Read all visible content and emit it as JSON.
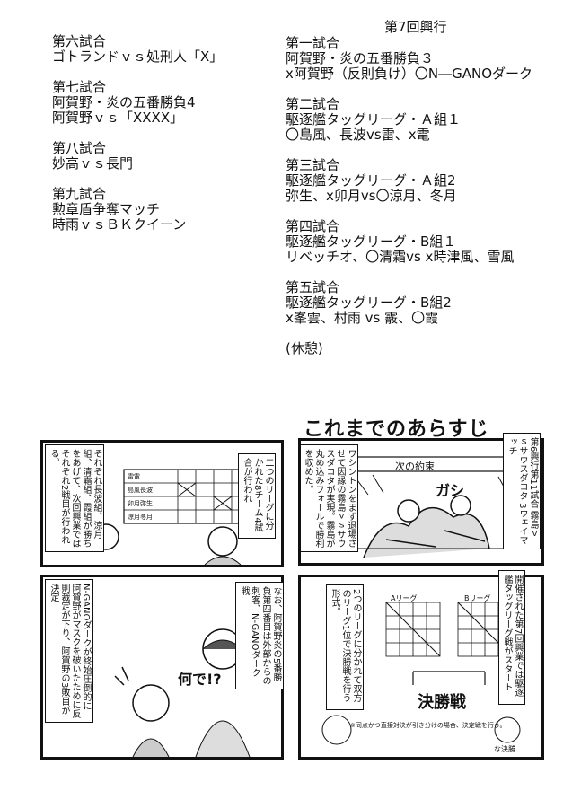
{
  "event_title": "第7回興行",
  "left_matches": [
    {
      "label": "第六試合",
      "detail": [
        "ゴトランドｖｓ処刑人「X」"
      ]
    },
    {
      "label": "第七試合",
      "detail": [
        "阿賀野・炎の五番勝負4",
        "阿賀野ｖｓ「XXXX」"
      ]
    },
    {
      "label": "第八試合",
      "detail": [
        "妙高ｖｓ長門"
      ]
    },
    {
      "label": "第九試合",
      "detail": [
        "勲章盾争奪マッチ",
        "時雨ｖｓＢＫクイーン"
      ]
    }
  ],
  "right_matches": [
    {
      "label": "第一試合",
      "detail": [
        "阿賀野・炎の五番勝負３",
        "x阿賀野（反則負け）〇N―GANOダーク"
      ]
    },
    {
      "label": "第二試合",
      "detail": [
        "駆逐艦タッグリーグ・Ａ組１",
        "〇島風、長波vs雷、x電"
      ]
    },
    {
      "label": "第三試合",
      "detail": [
        "駆逐艦タッグリーグ・Ａ組2",
        "弥生、x卯月vs〇涼月、冬月"
      ]
    },
    {
      "label": "第四試合",
      "detail": [
        "駆逐艦タッグリーグ・B組１",
        "リベッチオ、〇清霜vs x時津風、雪風"
      ]
    },
    {
      "label": "第五試合",
      "detail": [
        "駆逐艦タッグリーグ・B組2",
        "x峯雲、村雨 vs 霰、〇霞"
      ]
    }
  ],
  "intermission": "(休憩)",
  "summary_title": "これまでのあらすじ",
  "comic": {
    "p1": {
      "caption": "第6興行第11試合 霧島ｖｓサウスダコタ 3ウェイマッチ",
      "sign": "次の約束",
      "narration": "ワシントンをまず退場させて因縁の霧島ｖｓサウスダコタが実現。霧島が丸め込みフォールで勝利を収めた。",
      "sfx": "ガシ"
    },
    "p2": {
      "caption": "二つのリーグに分かれた8チーム4試合が行われ",
      "narration": "それぞれ長波組、涼月組、清霜組、霞組が勝ちをあげて、次回興業ではそれぞれ2戦目が行われる。",
      "board": [
        "雷電",
        "島風長波",
        "卯月弥生",
        "涼月冬月"
      ]
    },
    "p3": {
      "caption": "開催された第7回興業では駆逐艦タッグリーグ戦がスタート",
      "narration": "2つのリーグに分かれて双方のリーグ1位で決勝戦を行う形式。",
      "league_a": "Aリーグ",
      "league_b": "Bリーグ",
      "final": "決勝戦",
      "footnote": "※同点かつ直接対決が引き分けの場合、決定戦を行う。",
      "corner": "な決勝"
    },
    "p4": {
      "caption": "なお、阿賀野炎の5番勝負第四番目は外部からの刺客、N-GANOダーク戦",
      "narration": "N-GANOダークが終始圧倒的に阿賀野がマスクを破いたために反則裁定が下り、阿賀野の3敗目が決定",
      "shout": "何で!?"
    }
  }
}
